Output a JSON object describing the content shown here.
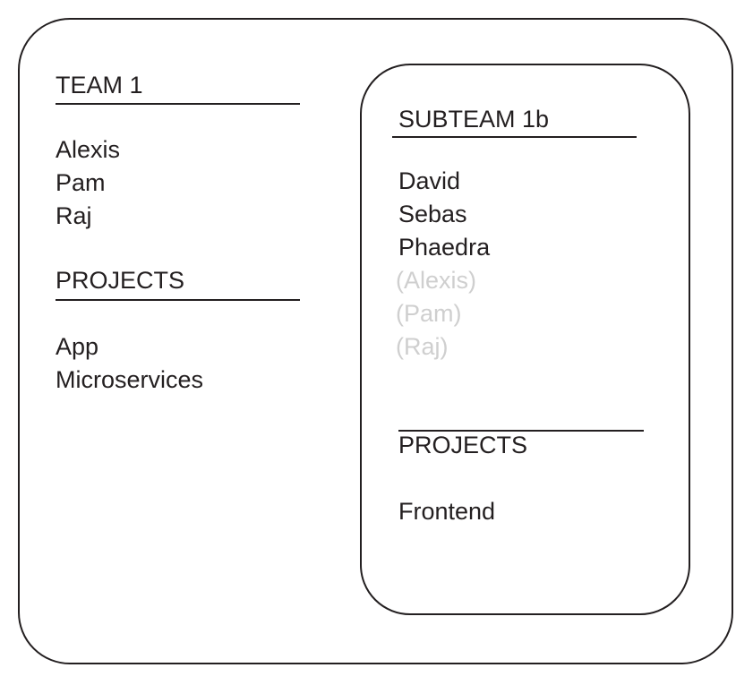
{
  "team": {
    "title": "TEAM 1",
    "members": [
      "Alexis",
      "Pam",
      "Raj"
    ],
    "projects_heading": "PROJECTS",
    "projects": [
      "App",
      "Microservices"
    ]
  },
  "subteam": {
    "title": "SUBTEAM 1b",
    "members": [
      "David",
      "Sebas",
      "Phaedra"
    ],
    "inherited_members": [
      "(Alexis)",
      "(Pam)",
      "(Raj)"
    ],
    "projects_heading": "PROJECTS",
    "projects": [
      "Frontend"
    ]
  },
  "colors": {
    "stroke": "#231f20",
    "inherited_text": "#cfcfcf"
  }
}
